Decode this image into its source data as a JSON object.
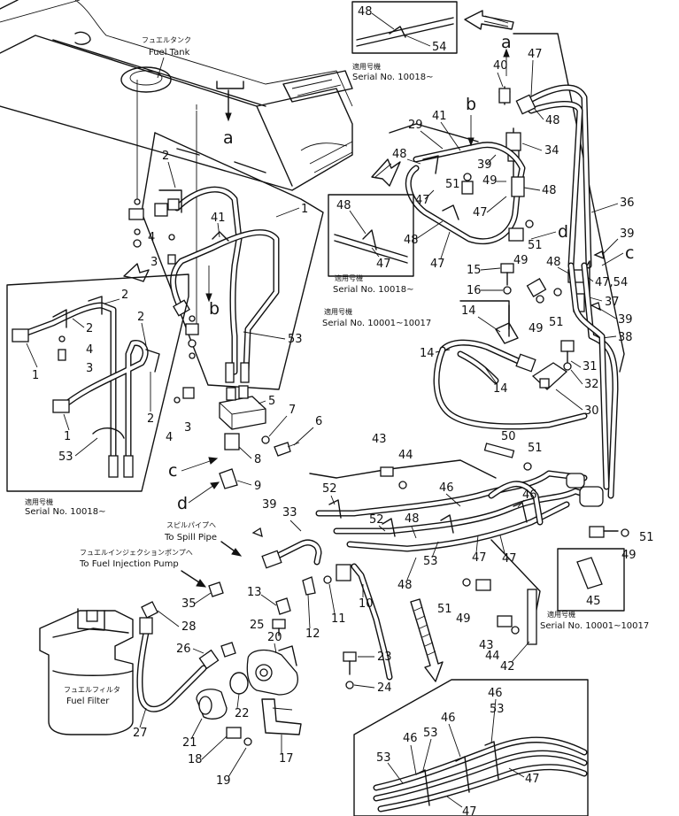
{
  "labels": {
    "fuel_tank_jp": "フュエルタンク",
    "fuel_tank": "Fuel Tank",
    "spill_pipe_jp": "スピルパイプへ",
    "spill_pipe": "To Spill Pipe",
    "injection_pump_jp": "フュエルインジェクションポンプへ",
    "injection_pump": "To Fuel Injection Pump",
    "fuel_filter_jp": "フュエルフィルタ",
    "fuel_filter": "Fuel Filter"
  },
  "serial_notes": [
    {
      "jp": "適用号機",
      "text": "Serial  No.  10018~"
    },
    {
      "jp": "適用号機",
      "text": "Serial  No.  10018~"
    },
    {
      "jp": "適用号機",
      "text": "Serial  No.  10001~10017"
    },
    {
      "jp": "適用号機",
      "text": "Serial  No.  10018~"
    },
    {
      "jp": "適用号機",
      "text": "Serial  No.  10001~10017"
    }
  ],
  "connection_letters": {
    "a1": "a",
    "a2": "a",
    "b1": "b",
    "b2": "b",
    "c1": "c",
    "c2": "c",
    "d1": "d",
    "d2": "d"
  },
  "part_numbers": {
    "p48a": "48",
    "p54a": "54",
    "p40": "40",
    "p47a": "47",
    "p48b": "48",
    "p41a": "41",
    "p29": "29",
    "p34": "34",
    "p39a": "39",
    "p48c": "48",
    "p51a": "51",
    "p47b": "47",
    "p49a": "49",
    "p48d": "48",
    "p47c": "47",
    "p48e": "48",
    "p47d": "47",
    "p36": "36",
    "p48f": "48",
    "p47e": "47",
    "p51b": "51",
    "p49b": "49",
    "p39b": "39",
    "p48g": "48",
    "p4754": "47,54",
    "p37": "37",
    "p39c": "39",
    "p38": "38",
    "p15": "15",
    "p16": "16",
    "p49c": "49",
    "p51c": "51",
    "p14a": "14",
    "p14b": "14",
    "p14c": "14",
    "p31": "31",
    "p32": "32",
    "p30": "30",
    "p2a": "2",
    "p4a": "4",
    "p3a": "3",
    "p41b": "41",
    "p1a": "1",
    "p53a": "53",
    "p5": "5",
    "p7": "7",
    "p6": "6",
    "p8": "8",
    "p9": "9",
    "p2b": "2",
    "p2c": "2",
    "p4b": "4",
    "p3b": "3",
    "p1b": "1",
    "p2d": "2",
    "p2e": "2",
    "p4c": "4",
    "p3c": "3",
    "p1c": "1",
    "p53b": "53",
    "p43a": "43",
    "p44a": "44",
    "p50": "50",
    "p51d": "51",
    "p52a": "52",
    "p46a": "46",
    "p46b": "46",
    "p39d": "39",
    "p33": "33",
    "p52b": "52",
    "p48h": "48",
    "p53c": "53",
    "p47f": "47",
    "p47g": "47",
    "p51e": "51",
    "p49d": "49",
    "p48i": "48",
    "p13": "13",
    "p12": "12",
    "p11": "11",
    "p10": "10",
    "p35": "35",
    "p25": "25",
    "p28": "28",
    "p26": "26",
    "p20": "20",
    "p23": "23",
    "p24": "24",
    "p22": "22",
    "p21": "21",
    "p27": "27",
    "p18": "18",
    "p17": "17",
    "p19": "19",
    "p43b": "43",
    "p44b": "44",
    "p42": "42",
    "p45": "45",
    "p46c": "46",
    "p53d": "53",
    "p46d": "46",
    "p53e": "53",
    "p46e": "46",
    "p53f": "53",
    "p47h": "47",
    "p47i": "47",
    "p49e": "49"
  }
}
